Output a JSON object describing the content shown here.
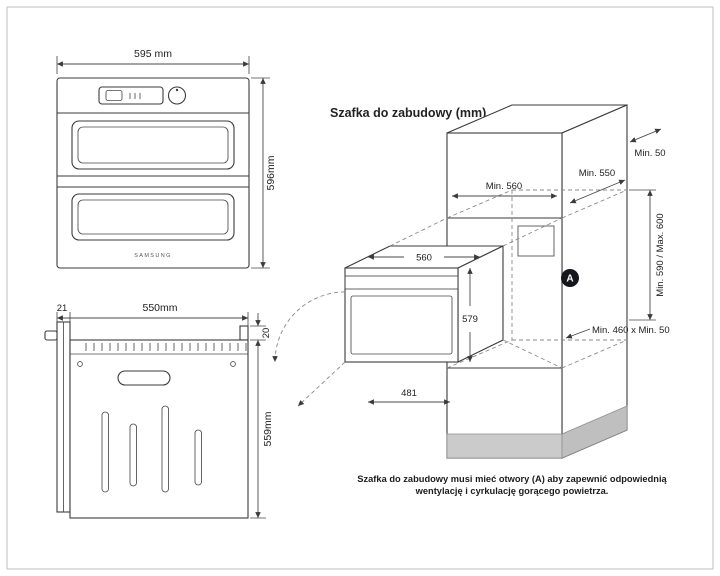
{
  "front_view": {
    "width_dim": "595 mm",
    "height_dim": "596mm",
    "brand": "SAMSUNG"
  },
  "side_view": {
    "door_offset_dim": "21",
    "depth_dim": "550mm",
    "top_gap_dim": "20",
    "height_dim": "559mm"
  },
  "cabinet_view": {
    "heading": "Szafka do zabudowy (mm)",
    "top_clearance_dim": "Min. 50",
    "niche_width_dim": "Min. 560",
    "niche_depth_dim": "Min. 550",
    "niche_height_dim": "Min. 590 / Max. 600",
    "vent_dim": "Min. 460 x Min. 50",
    "badge": "A",
    "oven_width_dim": "560",
    "oven_height_dim": "579",
    "door_open_dim": "481"
  },
  "footnote": {
    "line1": "Szafka do zabudowy musi mieć otwory (A) aby zapewnić odpowiednią",
    "line2": "wentylację i cyrkulację gorącego powietrza."
  }
}
